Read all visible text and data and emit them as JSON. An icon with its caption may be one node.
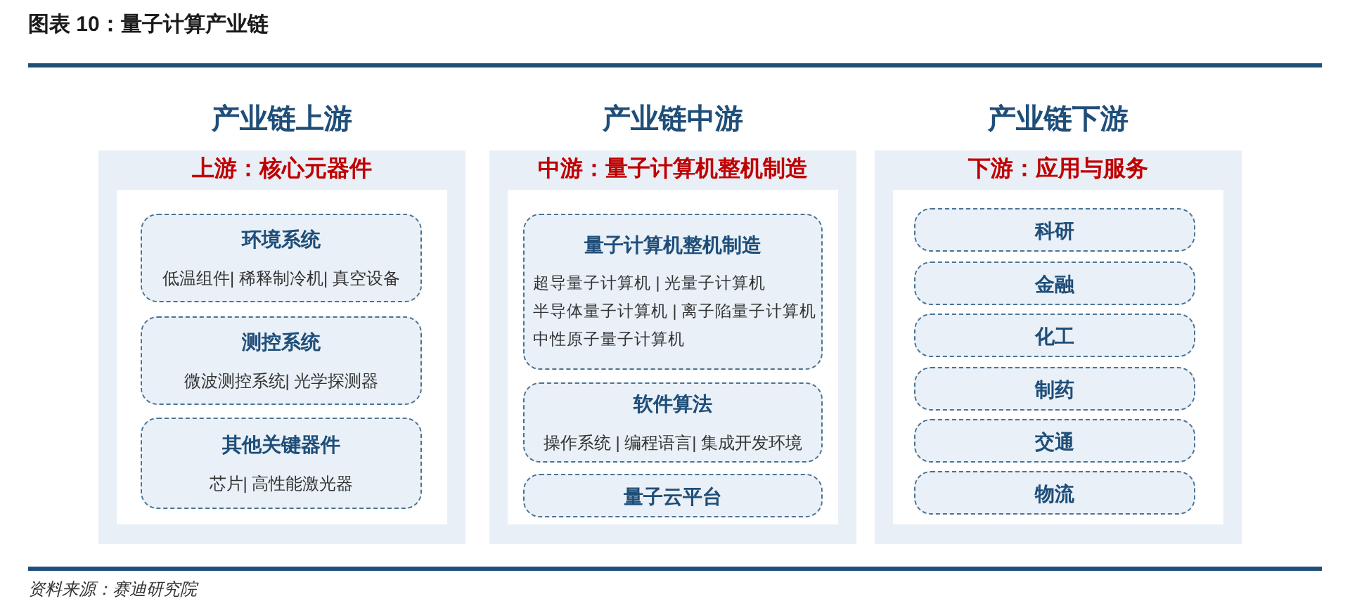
{
  "diagram": {
    "title": "图表 10：量子计算产业链",
    "caption": "资料来源：赛迪研究院",
    "nodes": [
      {
        "text": [
          "产业链上游",
          "上游：核心元器件"
        ]
      },
      {
        "text": [
          "环境系统",
          "低温组件| 稀释制冷机| 真空设备"
        ],
        "in": 0
      },
      {
        "text": [
          "测控系统",
          "微波测控系统| 光学探测器"
        ],
        "in": 0
      },
      {
        "text": [
          "其他关键器件",
          "芯片| 高性能激光器"
        ],
        "in": 0
      },
      {
        "text": [
          "产业链中游",
          "中游：量子计算机整机制造"
        ]
      },
      {
        "text": [
          "量子计算机整机制造",
          "超导量子计算机 | 光量子计算机",
          "半导体量子计算机 | 离子陷量子计算机",
          "中性原子量子计算机"
        ],
        "in": 4
      },
      {
        "text": [
          "软件算法",
          "操作系统 | 编程语言| 集成开发环境"
        ],
        "in": 4
      },
      {
        "text": [
          "量子云平台"
        ],
        "in": 4
      },
      {
        "text": [
          "产业链下游",
          "下游：应用与服务"
        ]
      },
      {
        "text": [
          "科研"
        ],
        "in": 8
      },
      {
        "text": [
          "金融"
        ],
        "in": 8
      },
      {
        "text": [
          "化工"
        ],
        "in": 8
      },
      {
        "text": [
          "制药"
        ],
        "in": 8
      },
      {
        "text": [
          "交通"
        ],
        "in": 8
      },
      {
        "text": [
          "物流"
        ],
        "in": 8
      }
    ]
  }
}
